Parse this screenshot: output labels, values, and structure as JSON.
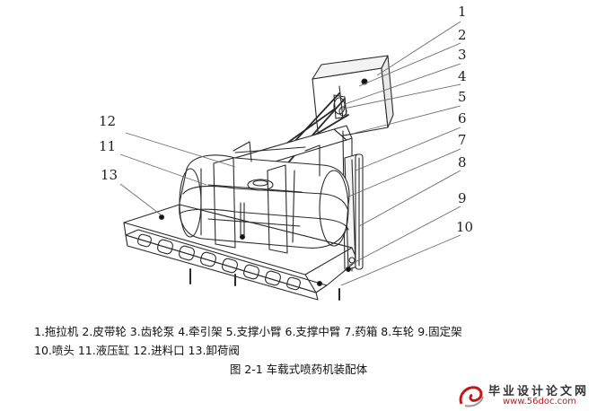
{
  "figure": {
    "part_numbers": [
      "1",
      "2",
      "3",
      "4",
      "5",
      "6",
      "7",
      "8",
      "9",
      "10",
      "11",
      "12",
      "13"
    ],
    "legend_line_1": "1.拖拉机 2.皮带轮 3.齿轮泵 4.牵引架 5.支撑小臂 6.支撑中臂 7.药箱 8.车轮 9.固定架",
    "legend_line_2": "10.喷头 11.液压缸 12.进料口 13.卸荷阀",
    "title": "图 2-1 车载式喷药机装配体"
  },
  "watermark": {
    "text": "毕业设计论文网",
    "url": "www.56doc.com",
    "icon": "swirl-logo-icon"
  },
  "colors": {
    "line": "#2a2a2a",
    "leader": "#6e6e6e",
    "watermark_red": "#c21a1a"
  }
}
